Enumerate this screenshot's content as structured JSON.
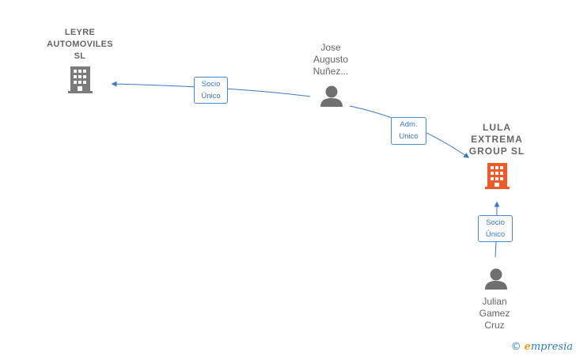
{
  "colors": {
    "edge": "#3a78c9",
    "company": "#7b7b7b",
    "company_focus": "#f05a28",
    "person": "#6f6f6f"
  },
  "nodes": {
    "leyre": {
      "label": "LEYRE\nAUTOMOVILES\nSL",
      "icon": "building-icon"
    },
    "jose": {
      "label": "Jose\nAugusto\nNuñez...",
      "icon": "person-icon"
    },
    "lula": {
      "label": "LULA\nEXTREMA\nGROUP  SL",
      "icon": "building-icon"
    },
    "julian": {
      "label": "Julian\nGamez\nCruz",
      "icon": "person-icon"
    }
  },
  "edges": {
    "jose_leyre": {
      "label": "Socio\nÚnico"
    },
    "jose_lula": {
      "label": "Adm.\nUnico"
    },
    "julian_lula": {
      "label": "Socio\nÚnico"
    }
  },
  "watermark": {
    "copyright": "©",
    "brand_initial": "e",
    "brand_rest": "mpresia"
  }
}
